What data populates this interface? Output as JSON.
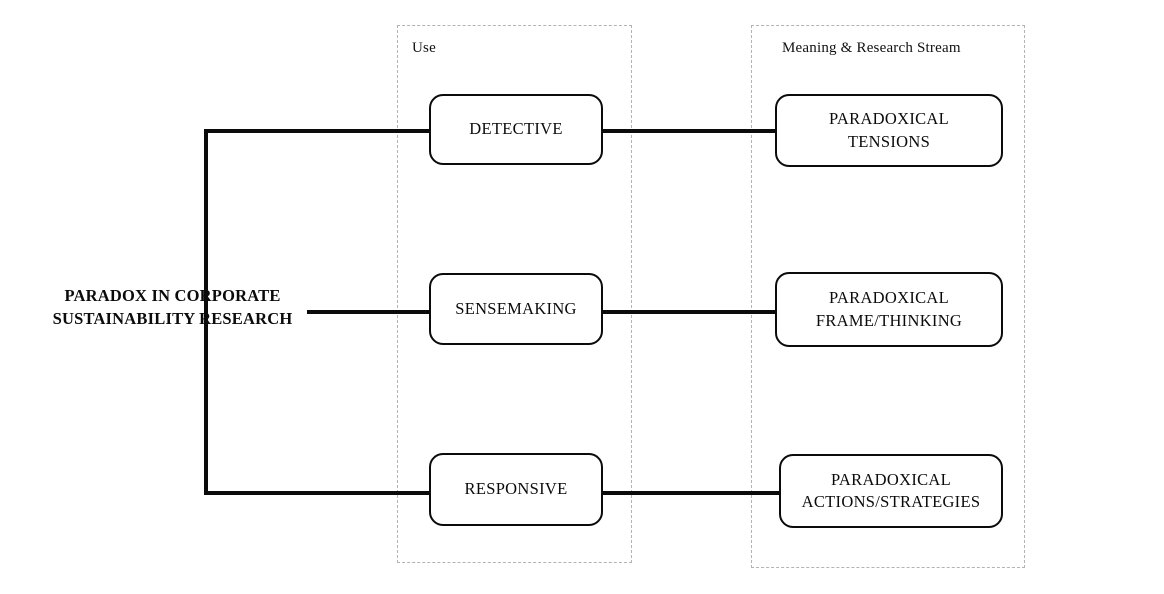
{
  "diagram": {
    "root": {
      "label": "PARADOX IN CORPORATE\nSUSTAINABILITY RESEARCH"
    },
    "groups": [
      {
        "id": "use",
        "label": "Use"
      },
      {
        "id": "meaning",
        "label": "Meaning & Research Stream"
      }
    ],
    "rows": [
      {
        "use": "DETECTIVE",
        "meaning_line1": "PARADOXICAL",
        "meaning_line2": "TENSIONS"
      },
      {
        "use": "SENSEMAKING",
        "meaning_line1": "PARADOXICAL",
        "meaning_line2": "FRAME/THINKING"
      },
      {
        "use": "RESPONSIVE",
        "meaning_line1": "PARADOXICAL",
        "meaning_line2": "ACTIONS/STRATEGIES"
      }
    ],
    "colors": {
      "line": "#0b0b0b",
      "group_border": "#b3b3b3",
      "text": "#0b0b0b",
      "background": "#ffffff"
    }
  }
}
